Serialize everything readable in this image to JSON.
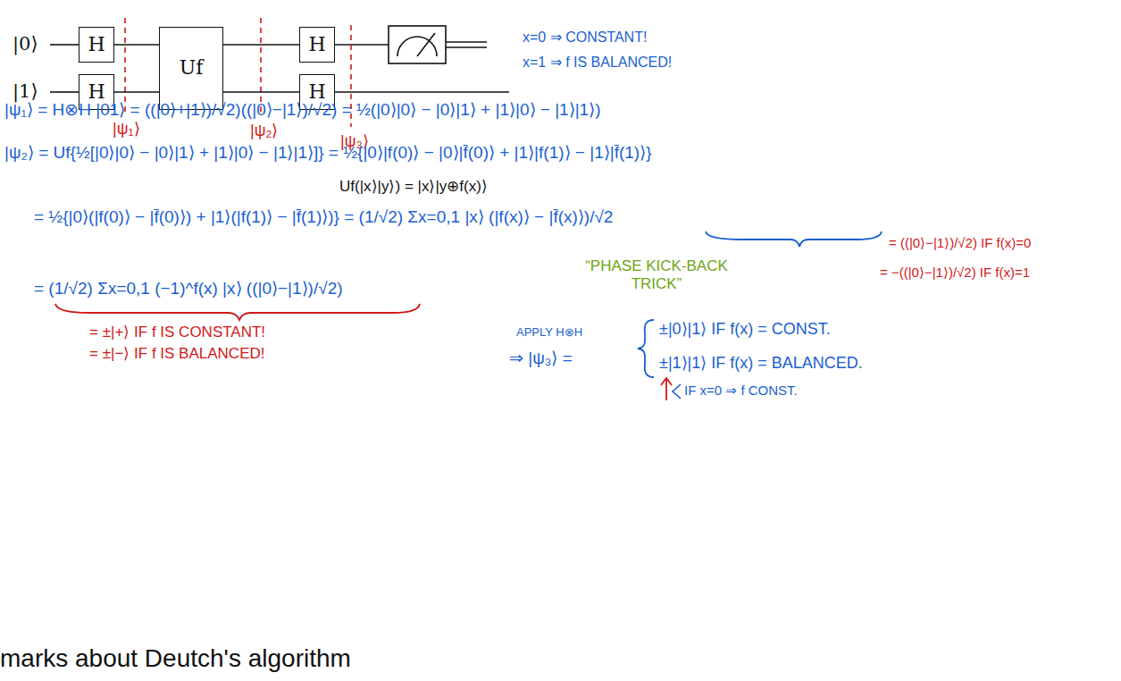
{
  "diagram": {
    "nodes": [
      {
        "text": [
          "H"
        ]
      },
      {
        "text": [
          "H"
        ]
      },
      {
        "text": [
          "Uf"
        ]
      },
      {
        "text": [
          "H"
        ]
      },
      {
        "text": [
          "H"
        ]
      }
    ],
    "edges": [
      {
        "from": 0,
        "to": 2,
        "arrow": "none"
      },
      {
        "from": 1,
        "to": 2,
        "arrow": "none"
      },
      {
        "from": 2,
        "to": 3,
        "arrow": "none"
      },
      {
        "from": 2,
        "to": 4,
        "arrow": "none"
      }
    ],
    "labels": [
      "|0⟩",
      "|1⟩",
      "x=0 ⇒ CONSTANT!",
      "x=1 ⇒ f IS BALANCED!",
      "|ψ₁⟩",
      "|ψ₂⟩",
      "|ψ₃⟩",
      "|ψ₁⟩ = H⊗H |01⟩ = ((|0⟩+|1⟩)/√2)((|0⟩−|1⟩)/√2) = ½(|0⟩|0⟩ − |0⟩|1⟩ + |1⟩|0⟩ − |1⟩|1⟩)",
      "|ψ₂⟩ = Uf{½[|0⟩|0⟩ − |0⟩|1⟩ + |1⟩|0⟩ − |1⟩|1⟩]} = ½{|0⟩|f(0)⟩ − |0⟩|f̄(0)⟩ + |1⟩|f(1)⟩ − |1⟩|f̄(1)⟩}",
      "Uf(|x⟩|y⟩) = |x⟩|y⊕f(x)⟩",
      "= ½{|0⟩(|f(0)⟩ − |f̄(0)⟩) + |1⟩(|f(1)⟩ − |f̄(1)⟩)} = (1/√2) Σx=0,1 |x⟩ (|f(x)⟩ − |f̄(x)⟩)/√2",
      "= ((|0⟩−|1⟩)/√2) IF f(x)=0",
      "= −((|0⟩−|1⟩)/√2) IF f(x)=1",
      "= (1/√2) Σx=0,1 (−1)^f(x) |x⟩ ((|0⟩−|1⟩)/√2)",
      "“PHASE KICK-BACK TRICK”",
      "= ±|+⟩ IF f IS CONSTANT!",
      "= ±|−⟩ IF f IS BALANCED!",
      "APPLY H⊗H",
      "⇒ |ψ₃⟩ =",
      "±|0⟩|1⟩ IF f(x) = CONST.",
      "±|1⟩|1⟩ IF f(x) = BALANCED.",
      "IF x=0 ⇒ f CONST.",
      "marks about Deutch's algorithm"
    ]
  }
}
